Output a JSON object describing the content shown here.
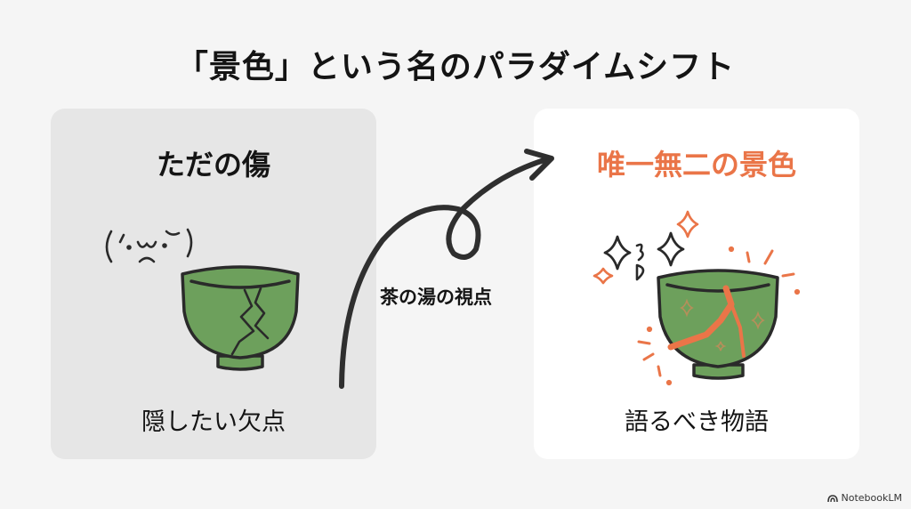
{
  "title": "「景色」という名のパラダイムシフト",
  "left_card": {
    "heading": "ただの傷",
    "caption": "隠したい欠点",
    "kaomoji": "(´･ω･`)",
    "icon": "cracked-tea-bowl"
  },
  "transition": {
    "label": "茶の湯の視点",
    "icon": "curved-loop-arrow"
  },
  "right_card": {
    "heading": "唯一無二の景色",
    "caption": "語るべき物語",
    "kaomoji": "✧ωD✧",
    "icon": "kintsugi-tea-bowl"
  },
  "colors": {
    "accent_orange": "#ea7548",
    "bowl_green": "#6da05c",
    "outline": "#2a2a2a",
    "left_card_bg": "#e6e6e6",
    "right_card_bg": "#ffffff",
    "page_bg": "#f5f5f5"
  },
  "watermark": "NotebookLM"
}
